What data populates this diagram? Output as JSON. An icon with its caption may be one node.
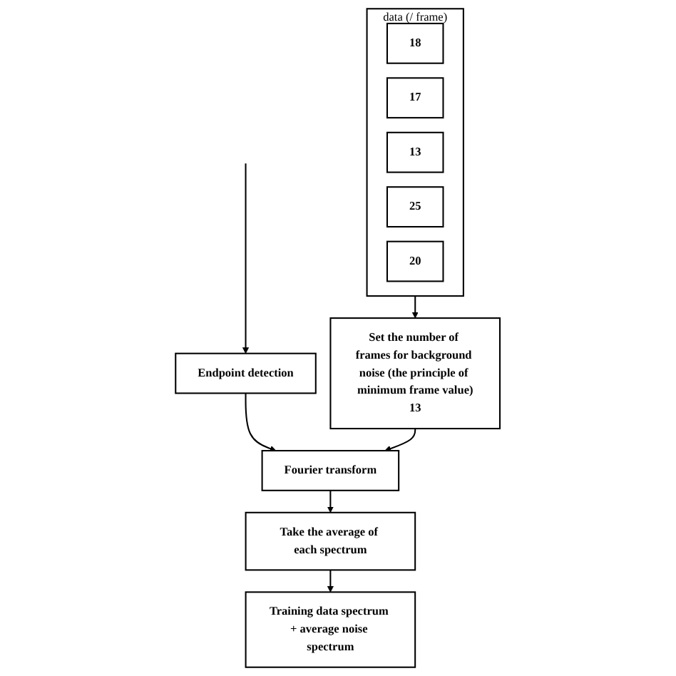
{
  "diagram": {
    "nodes": [
      {
        "text": [
          "Endpoint detection"
        ]
      },
      {
        "text": [
          "data (/ frame)"
        ]
      },
      {
        "text": [
          "18"
        ],
        "in": 1
      },
      {
        "text": [
          "17"
        ],
        "in": 1
      },
      {
        "text": [
          "13"
        ],
        "in": 1
      },
      {
        "text": [
          "25"
        ],
        "in": 1
      },
      {
        "text": [
          "20"
        ],
        "in": 1
      },
      {
        "text": [
          "Set the number of frames for background noise (the principle of minimum frame value)",
          "13"
        ]
      },
      {
        "text": [
          "Fourier transform"
        ]
      },
      {
        "text": [
          "Take the average of each spectrum"
        ]
      },
      {
        "text": [
          "Training data spectrum + average noise spectrum"
        ]
      }
    ],
    "edges": [
      {
        "from": null,
        "to": 0,
        "arrow": "to"
      },
      {
        "from": 1,
        "to": 7,
        "arrow": "to"
      },
      {
        "from": 0,
        "to": 8,
        "arrow": "to"
      },
      {
        "from": 7,
        "to": 8,
        "arrow": "to"
      },
      {
        "from": 8,
        "to": 9,
        "arrow": "to"
      },
      {
        "from": 9,
        "to": 10,
        "arrow": "to"
      }
    ]
  }
}
